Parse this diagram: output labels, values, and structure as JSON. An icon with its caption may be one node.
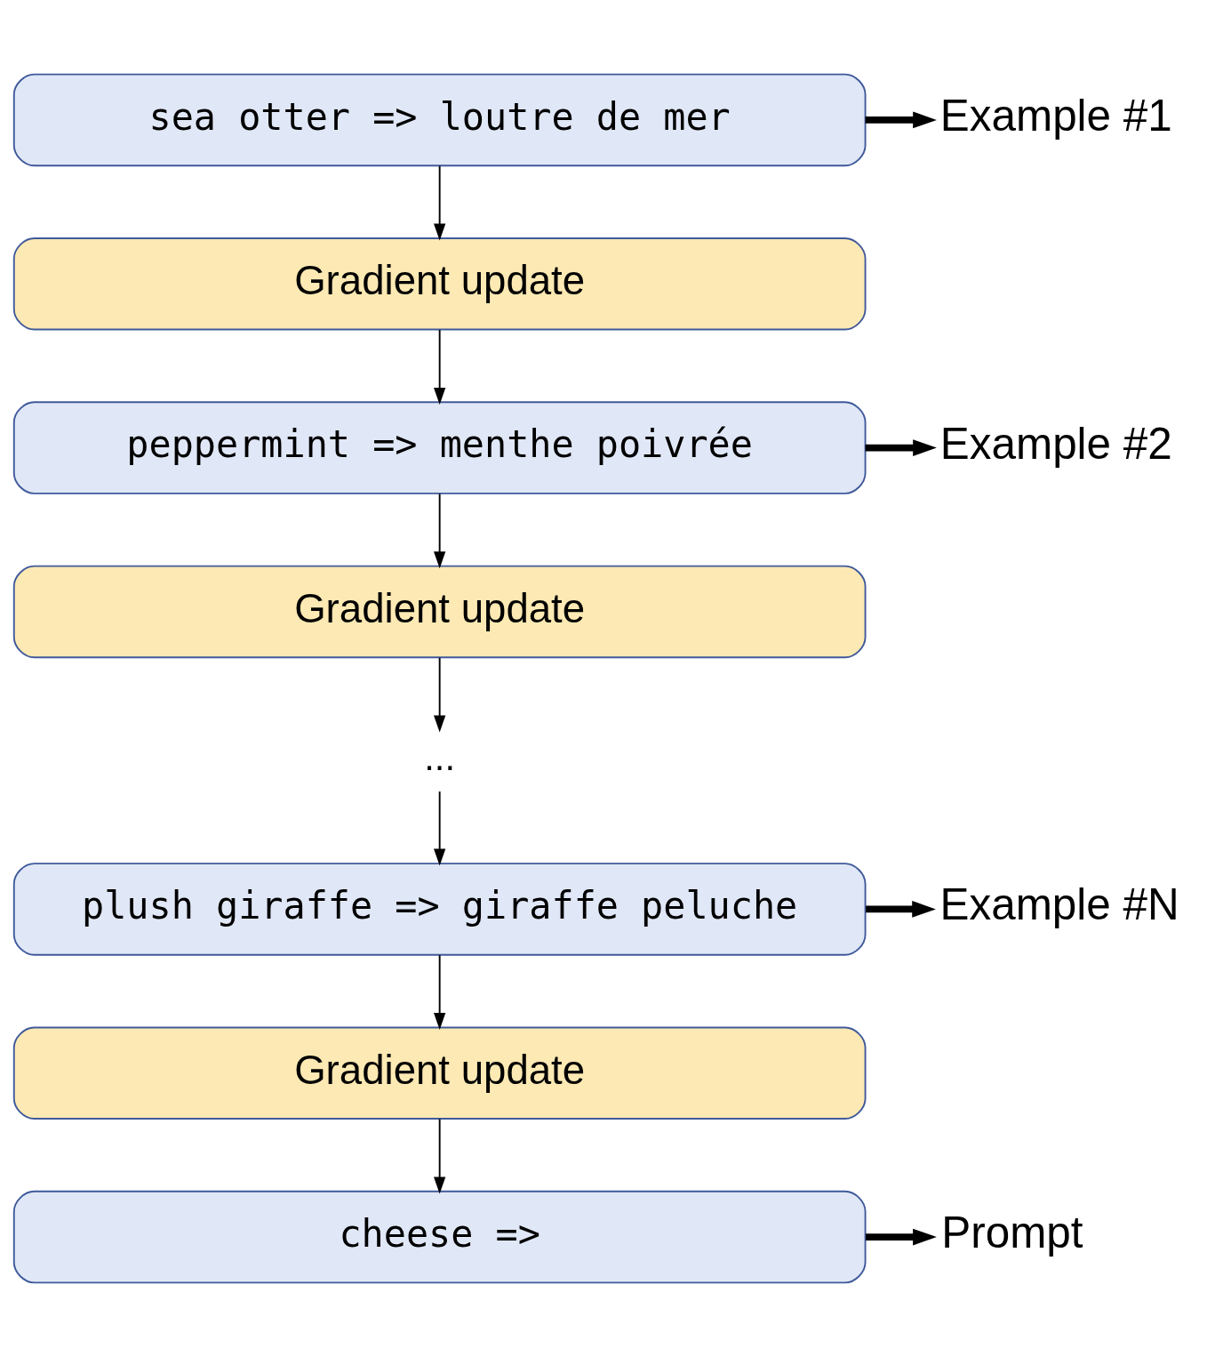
{
  "diagram": {
    "nodes": [
      {
        "text": [
          "sea otter => loutre de mer"
        ]
      },
      {
        "text": [
          "Example #1"
        ]
      },
      {
        "text": [
          "Gradient update"
        ]
      },
      {
        "text": [
          "peppermint => menthe poivrée"
        ]
      },
      {
        "text": [
          "Example #2"
        ]
      },
      {
        "text": [
          "Gradient update"
        ]
      },
      {
        "text": [
          "..."
        ]
      },
      {
        "text": [
          "plush giraffe => giraffe peluche"
        ]
      },
      {
        "text": [
          "Example #N"
        ]
      },
      {
        "text": [
          "Gradient update"
        ]
      },
      {
        "text": [
          "cheese =>"
        ]
      },
      {
        "text": [
          "Prompt"
        ]
      }
    ],
    "edges": [
      {
        "from": 0,
        "to": 2,
        "arrow": "to"
      },
      {
        "from": 0,
        "to": 1,
        "arrow": "to",
        "style": "thick"
      },
      {
        "from": 2,
        "to": 3,
        "arrow": "to"
      },
      {
        "from": 3,
        "to": 5,
        "arrow": "to"
      },
      {
        "from": 3,
        "to": 4,
        "arrow": "to",
        "style": "thick"
      },
      {
        "from": 5,
        "to": 6,
        "arrow": "to"
      },
      {
        "from": 6,
        "to": 7,
        "arrow": "to"
      },
      {
        "from": 7,
        "to": 9,
        "arrow": "to"
      },
      {
        "from": 7,
        "to": 8,
        "arrow": "to",
        "style": "thick"
      },
      {
        "from": 9,
        "to": 10,
        "arrow": "to"
      },
      {
        "from": 10,
        "to": 11,
        "arrow": "to",
        "style": "thick"
      }
    ]
  }
}
